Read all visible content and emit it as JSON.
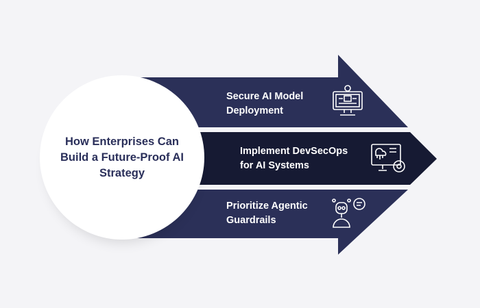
{
  "title": "How Enterprises Can Build a Future-Proof AI Strategy",
  "steps": [
    {
      "label_line1": "Secure AI Model",
      "label_line2": "Deployment",
      "icon": "monitor-chip-icon"
    },
    {
      "label_line1": "Implement DevSecOps",
      "label_line2": "for AI Systems",
      "icon": "cloud-monitor-gear-icon"
    },
    {
      "label_line1": "Prioritize Agentic",
      "label_line2": "Guardrails",
      "icon": "robot-chat-icon"
    }
  ],
  "colors": {
    "band": "#2b3058",
    "band_dark": "#161a33",
    "title": "#2a2f5a",
    "background": "#f4f4f7"
  }
}
